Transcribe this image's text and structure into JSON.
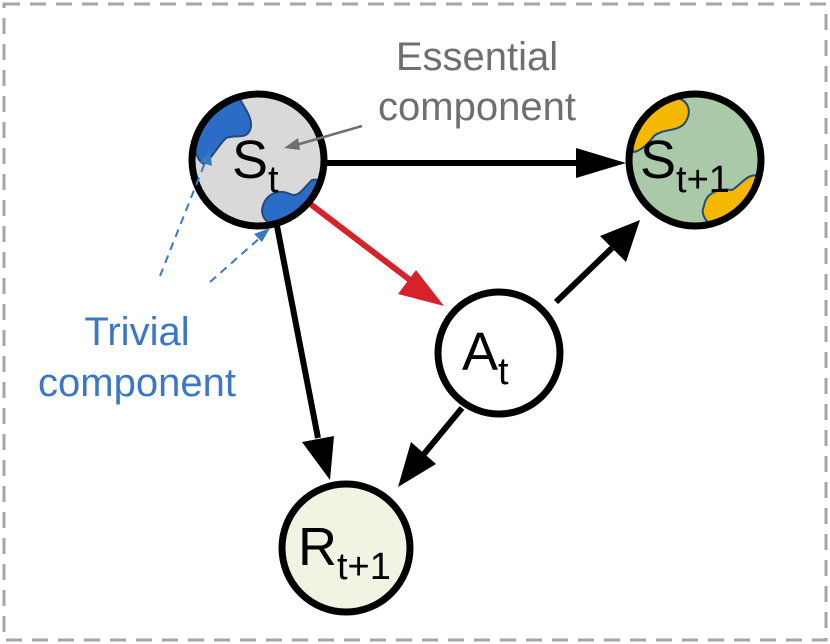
{
  "nodes": {
    "s_t": {
      "main": "S",
      "sub": "t",
      "fill": "#d9d9d9"
    },
    "s_t1": {
      "main": "S",
      "sub": "t+1",
      "fill": "#a9c9a8"
    },
    "a_t": {
      "main": "A",
      "sub": "t",
      "fill": "#ffffff"
    },
    "r_t1": {
      "main": "R",
      "sub": "t+1",
      "fill": "#f3f3e4"
    }
  },
  "annotations": {
    "essential": {
      "line1": "Essential",
      "line2": "component",
      "color": "#6f6f6f"
    },
    "trivial": {
      "line1": "Trivial",
      "line2": "component",
      "color": "#3a78c4"
    }
  },
  "colors": {
    "trivial_blob": "#2a6cc6",
    "essential_blob": "#f5b800",
    "highlight_arrow": "#d6222b",
    "arrow": "#000000",
    "frame": "#a6a6a6"
  }
}
